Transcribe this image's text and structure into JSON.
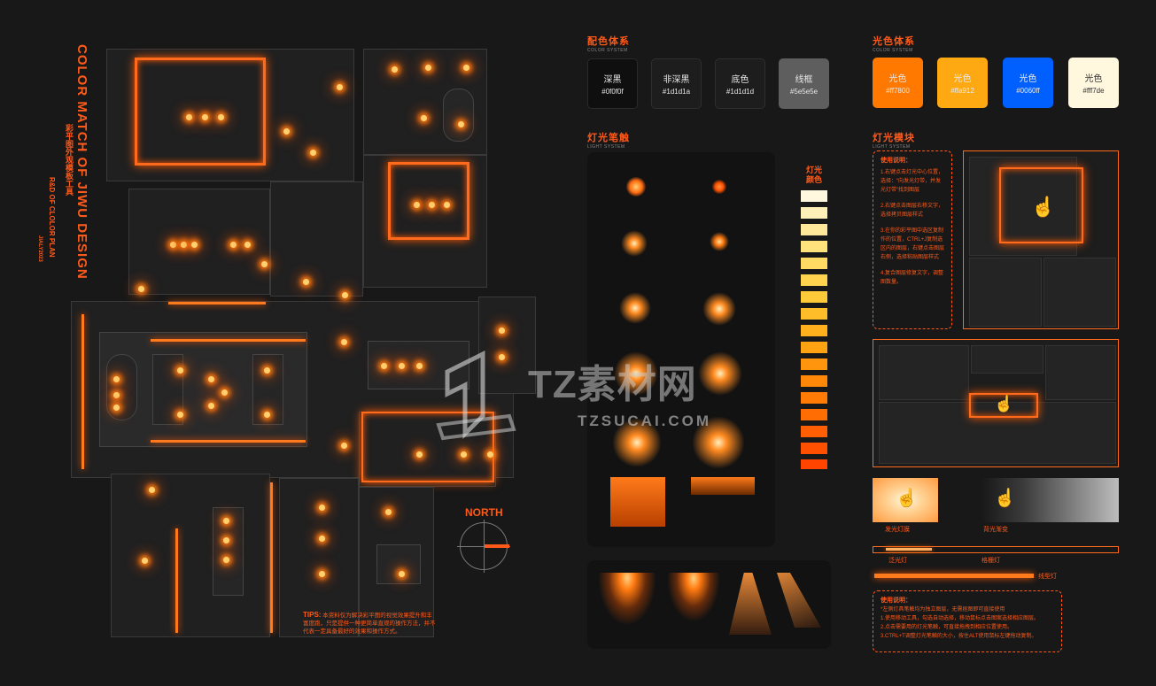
{
  "title": {
    "line1": "COLOR MATCH OF JIWU DESIGN",
    "line2": "彩平图外观模板工具",
    "line3": "R&D OF CLOLOR PLAN",
    "line4": "JIALY2023"
  },
  "plan": {
    "north_label": "NORTH",
    "tips_label": "TIPS:",
    "tips_text": "本资料仅为解决彩平图的视觉效果提升和丰富度跑，只是提供一种更简单直观的操作方法，并不代表一定具备最好的效果和操作方式。"
  },
  "color_system": {
    "title": "配色体系",
    "subtitle": "COLOR SYSTEM",
    "swatches": [
      {
        "name": "深黑",
        "hex": "#0f0f0f",
        "color": "#0f0f0f"
      },
      {
        "name": "非深黑",
        "hex": "#1d1d1a",
        "color": "#1d1d1d"
      },
      {
        "name": "底色",
        "hex": "#1d1d1d",
        "color": "#1d1d1d"
      },
      {
        "name": "线框",
        "hex": "#5e5e5e",
        "color": "#5e5e5e"
      }
    ]
  },
  "light_color_system": {
    "title": "光色体系",
    "subtitle": "COLOR SYSTEM",
    "swatches": [
      {
        "name": "光色",
        "hex": "#ff7800",
        "color": "#ff7800"
      },
      {
        "name": "光色",
        "hex": "#ffa912",
        "color": "#ffa912"
      },
      {
        "name": "光色",
        "hex": "#0060ff",
        "color": "#0060ff"
      },
      {
        "name": "光色",
        "hex": "#fff7de",
        "color": "#fff7de"
      }
    ]
  },
  "light_brush": {
    "title": "灯光笔触",
    "subtitle": "LIGHT SYSTEM",
    "color_label": "灯光颜色"
  },
  "light_gradient": [
    "#fff7de",
    "#ffefb8",
    "#ffe89a",
    "#ffe27c",
    "#ffdb63",
    "#ffd34d",
    "#ffca3a",
    "#ffbd2a",
    "#ffb01c",
    "#ffa312",
    "#ff950c",
    "#ff8808",
    "#ff7b05",
    "#ff6d03",
    "#ff5f02",
    "#ff5000",
    "#ff4400"
  ],
  "light_module": {
    "title": "灯光模块",
    "subtitle": "LIGHT SYSTEM",
    "usage_title": "使用说明：",
    "usage_lines": [
      "1.右键点击灯光中心位置，选择：“向发光灯带，并发光灯带”找到图层",
      "2.右键点击图层右移文字，选择拷贝图层样式",
      "3.在你的彩平图中选区复制作的位置，CTRL+J复制选区内的图层，右键点击图层右侧，选择粘贴图层样式",
      "4.复合图层修复文字，调整图数量。"
    ],
    "glow_box_label": "发光灯膜",
    "fade_label": "背光渐变",
    "strip_label1": "泛光灯",
    "strip_label2": "格栅灯",
    "strip_label3": "线型灯",
    "usage2_title": "使用说明：",
    "usage2_lines": [
      "*左侧灯具笔触均为独立图层，无需抠图即可直接使用",
      "1.使用移动工具，勾选自动选择，移动鼠标点击图案选择相应图层。",
      "2.点击需要用的灯光笔触，可直接拖拽到相应位置使用。",
      "3.CTRL+T调整灯光笔触的大小，按住ALT使用鼠标左键拖动复制。"
    ]
  },
  "watermark": {
    "text1": "TZ素材网",
    "text2": "TZSUCAI.COM"
  }
}
